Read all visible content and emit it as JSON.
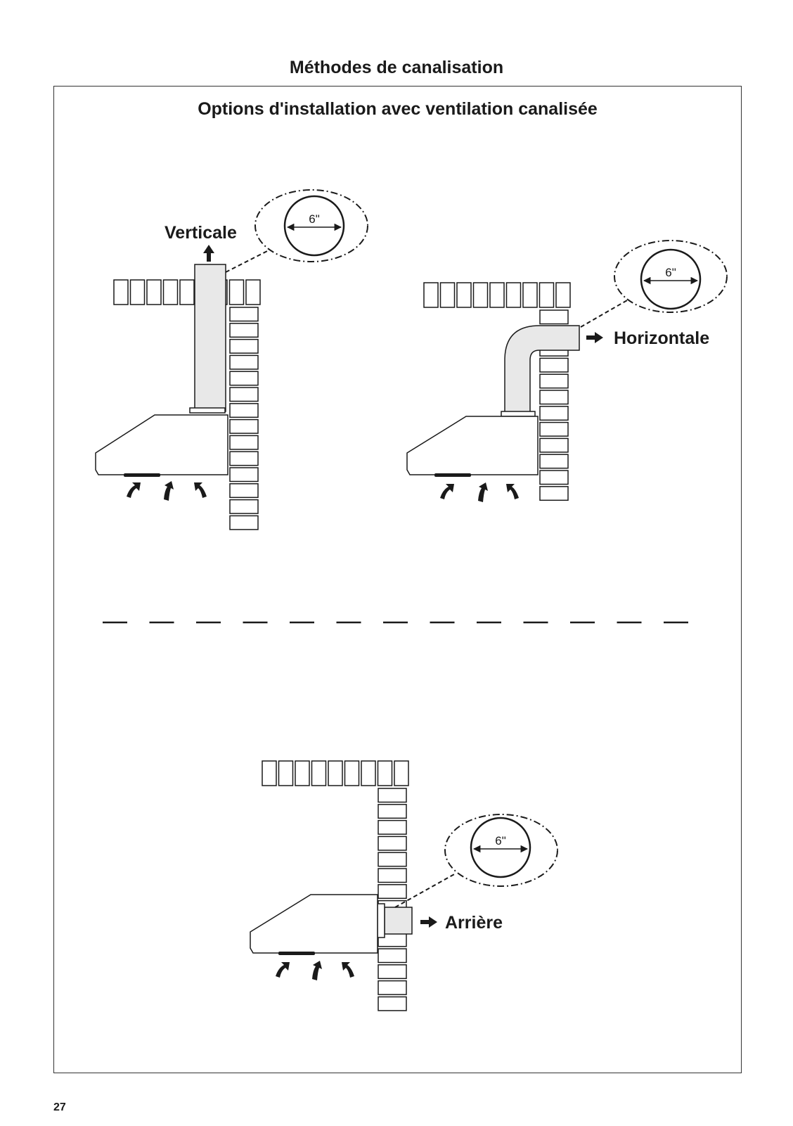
{
  "page": {
    "title": "Méthodes de canalisation",
    "box_title": "Options d'installation avec ventilation canalisée",
    "page_number": "27"
  },
  "installations": [
    {
      "label": "Verticale",
      "duct_size": "6\""
    },
    {
      "label": "Horizontale",
      "duct_size": "6\""
    },
    {
      "label": "Arrière",
      "duct_size": "6\""
    }
  ]
}
